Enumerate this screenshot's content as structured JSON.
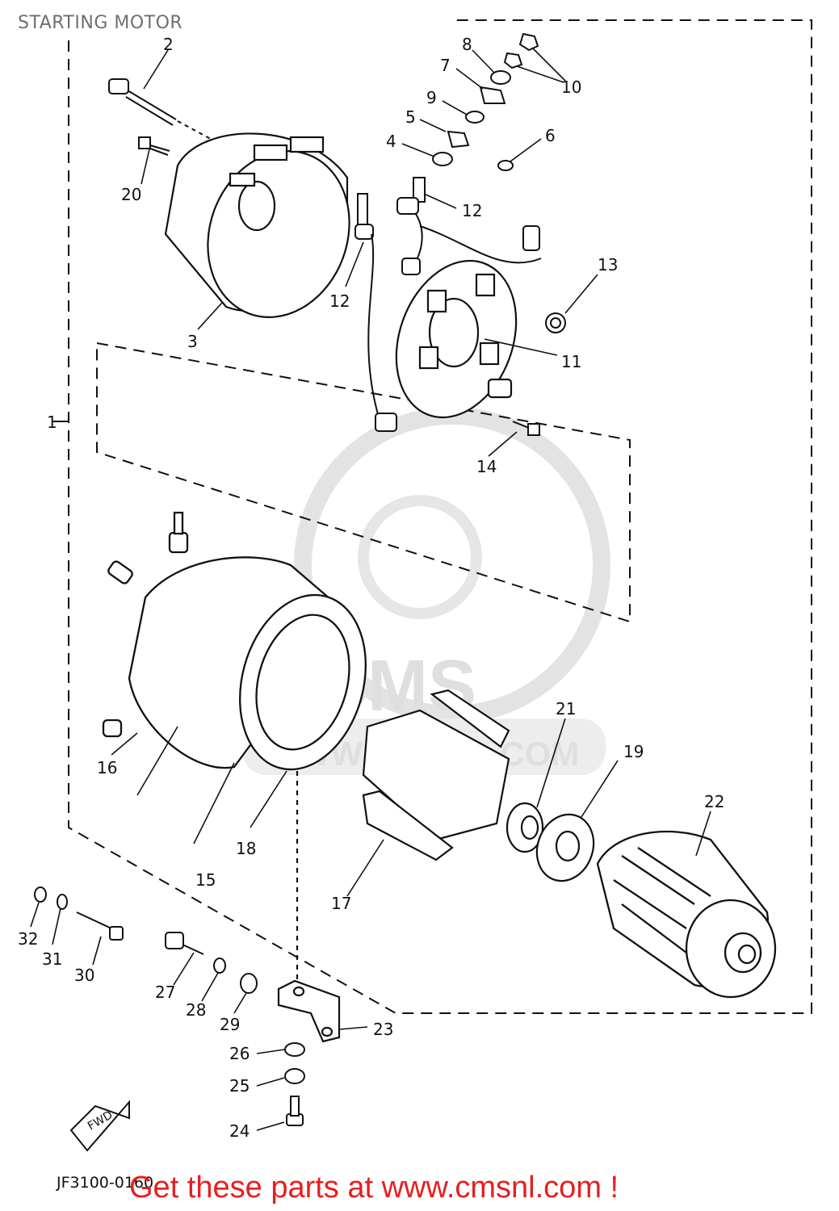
{
  "title": "STARTING MOTOR",
  "diagram_code": "JF3100-0160",
  "banner": "Get these parts at www.cmsnl.com !",
  "watermark": {
    "brand": "CMS",
    "url": "WWW.CMSNL.COM"
  },
  "fwd_arrow": "FWD",
  "colors": {
    "line": "#111111",
    "banner": "#e81e1e",
    "title": "#6f6f6f",
    "watermark": "#dcdcdc"
  },
  "parts": [
    {
      "n": "1"
    },
    {
      "n": "2"
    },
    {
      "n": "3"
    },
    {
      "n": "4"
    },
    {
      "n": "5"
    },
    {
      "n": "6"
    },
    {
      "n": "7"
    },
    {
      "n": "8"
    },
    {
      "n": "9"
    },
    {
      "n": "10"
    },
    {
      "n": "11"
    },
    {
      "n": "12"
    },
    {
      "n": "12"
    },
    {
      "n": "13"
    },
    {
      "n": "14"
    },
    {
      "n": "15"
    },
    {
      "n": "16"
    },
    {
      "n": "17"
    },
    {
      "n": "18"
    },
    {
      "n": "19"
    },
    {
      "n": "20"
    },
    {
      "n": "21"
    },
    {
      "n": "22"
    },
    {
      "n": "23"
    },
    {
      "n": "24"
    },
    {
      "n": "25"
    },
    {
      "n": "26"
    },
    {
      "n": "27"
    },
    {
      "n": "28"
    },
    {
      "n": "29"
    },
    {
      "n": "30"
    },
    {
      "n": "31"
    },
    {
      "n": "32"
    }
  ]
}
